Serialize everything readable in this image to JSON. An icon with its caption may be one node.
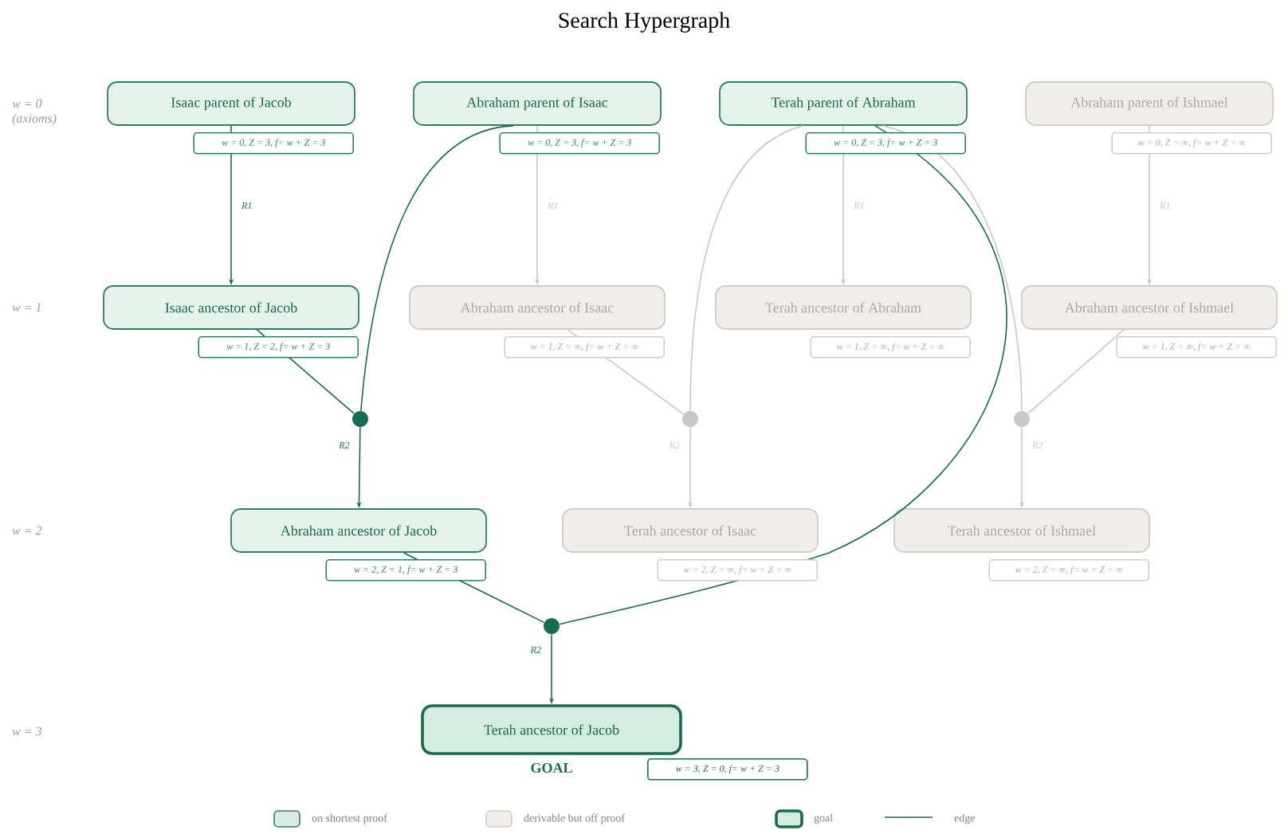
{
  "diagram": {
    "title": "Search Hypergraph",
    "nodes": [
      {
        "text": [
          "Isaac parent of Jacob"
        ],
        "beside": [
          "w = 0, Z = 3, f= w + Z = 3"
        ]
      },
      {
        "text": [
          "Abraham parent of Isaac"
        ],
        "beside": [
          "w = 0, Z = 3, f= w + Z = 3"
        ]
      },
      {
        "text": [
          "Terah parent of Abraham"
        ],
        "beside": [
          "w = 0, Z = 3, f= w + Z = 3"
        ]
      },
      {
        "text": [
          "Abraham parent of Ishmael"
        ],
        "beside": [
          "w = 0, Z = ∞, f= w + Z = ∞"
        ]
      },
      {
        "text": [
          "Isaac ancestor of Jacob"
        ],
        "beside": [
          "w = 1, Z = 2, f= w + Z = 3"
        ]
      },
      {
        "text": [
          "Abraham ancestor of Isaac"
        ],
        "beside": [
          "w = 1, Z = ∞, f= w + Z = ∞"
        ]
      },
      {
        "text": [
          "Terah ancestor of Abraham"
        ],
        "beside": [
          "w = 1, Z = ∞, f= w + Z = ∞"
        ]
      },
      {
        "text": [
          "Abraham ancestor of Ishmael"
        ],
        "beside": [
          "w = 1, Z = ∞, f= w + Z = ∞"
        ]
      },
      {
        "text": [],
        "shape": "circle"
      },
      {
        "text": [],
        "shape": "circle"
      },
      {
        "text": [],
        "shape": "circle"
      },
      {
        "text": [
          "Abraham ancestor of Jacob"
        ],
        "beside": [
          "w = 2, Z = 1, f= w + Z = 3"
        ]
      },
      {
        "text": [
          "Terah ancestor of Isaac"
        ],
        "beside": [
          "w = 2, Z = ∞, f= w + Z = ∞"
        ]
      },
      {
        "text": [
          "Terah ancestor of Ishmael"
        ],
        "beside": [
          "w = 2, Z = ∞, f= w + Z = ∞"
        ]
      },
      {
        "text": [],
        "shape": "circle"
      },
      {
        "text": [
          "Terah ancestor of Jacob"
        ],
        "beside": [
          "GOAL",
          "w = 3, Z = 0, f= w + Z = 3"
        ]
      }
    ],
    "edges": [
      {
        "from": 0,
        "to": 4,
        "arrow": "to",
        "label": "R1",
        "color": "#176b50"
      },
      {
        "from": 1,
        "to": 5,
        "arrow": "to",
        "label": "R1"
      },
      {
        "from": 2,
        "to": 6,
        "arrow": "to",
        "label": "R1"
      },
      {
        "from": 3,
        "to": 7,
        "arrow": "to",
        "label": "R1"
      },
      {
        "from": 4,
        "to": 8,
        "arrow": "none",
        "color": "#176b50"
      },
      {
        "from": 1,
        "to": 8,
        "arrow": "none",
        "color": "#176b50"
      },
      {
        "from": 8,
        "to": 11,
        "arrow": "to",
        "label": "R2",
        "color": "#176b50"
      },
      {
        "from": 5,
        "to": 9,
        "arrow": "none"
      },
      {
        "from": 2,
        "to": 9,
        "arrow": "none"
      },
      {
        "from": 9,
        "to": 12,
        "arrow": "to",
        "label": "R2"
      },
      {
        "from": 7,
        "to": 10,
        "arrow": "none"
      },
      {
        "from": 2,
        "to": 10,
        "arrow": "none"
      },
      {
        "from": 10,
        "to": 13,
        "arrow": "to",
        "label": "R2"
      },
      {
        "from": 11,
        "to": 14,
        "arrow": "none",
        "color": "#176b50"
      },
      {
        "from": 2,
        "to": 14,
        "arrow": "none",
        "color": "#176b50"
      },
      {
        "from": 14,
        "to": 15,
        "arrow": "to",
        "label": "R2",
        "color": "#176b50"
      }
    ],
    "labels": [
      "w = 0",
      "(axioms)",
      "w = 1",
      "w = 2",
      "w = 3"
    ],
    "legend": [
      {
        "text": "on shortest proof",
        "color": "#d9ede3"
      },
      {
        "text": "derivable but off proof",
        "color": "#efeeea"
      },
      {
        "text": "goal",
        "color": "#d5ece0"
      },
      {
        "text": "edge"
      }
    ]
  }
}
